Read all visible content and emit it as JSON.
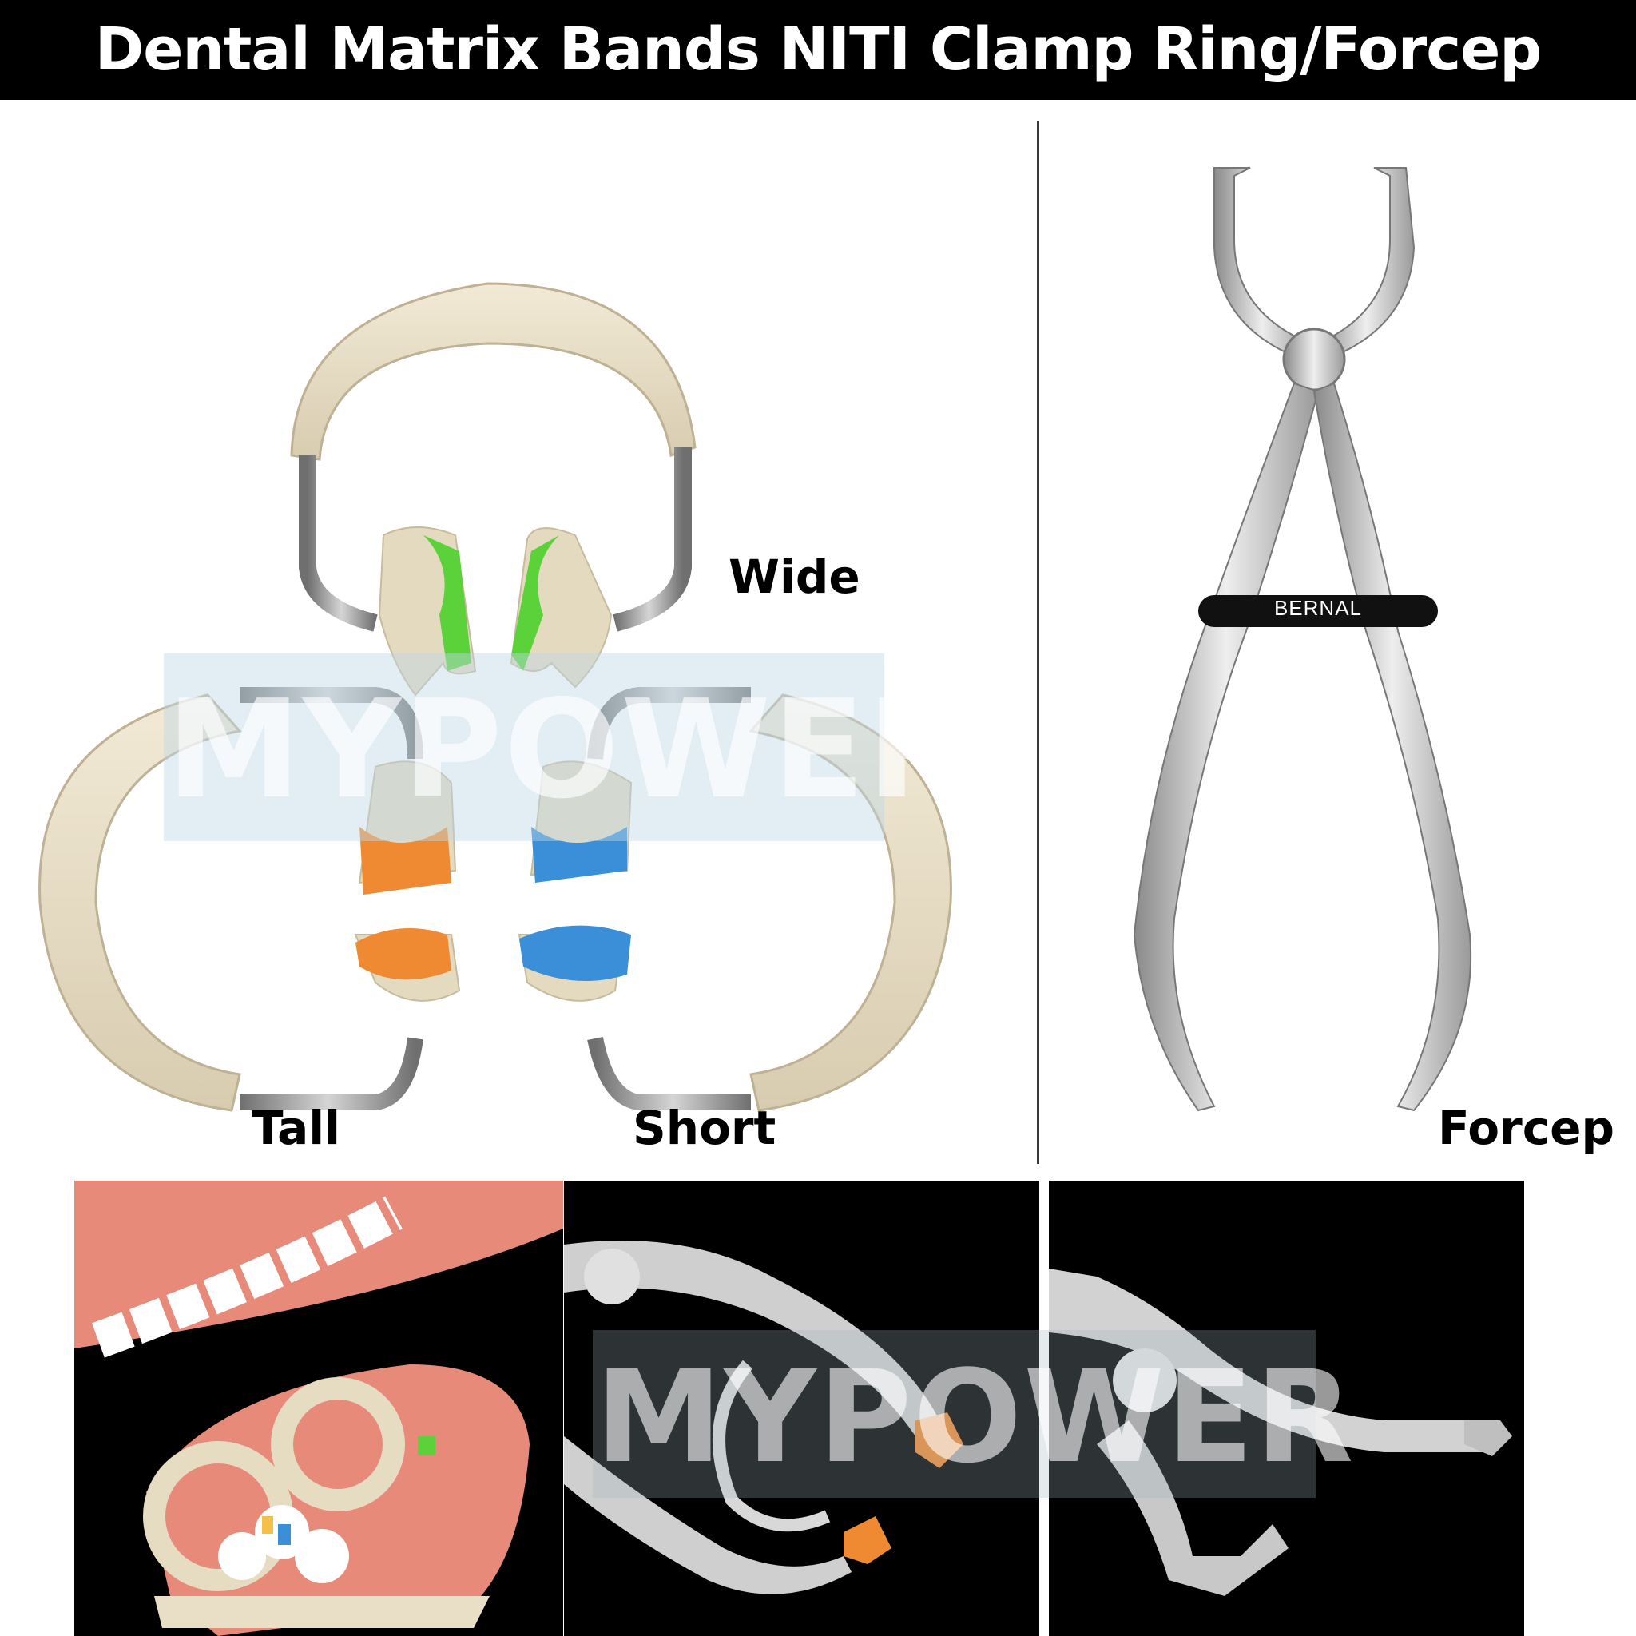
{
  "banner": {
    "title": "Dental Matrix Bands NITI Clamp Ring/Forcep"
  },
  "labels": {
    "wide": "Wide",
    "tall": "Tall",
    "short": "Short",
    "forcep": "Forcep"
  },
  "forcep": {
    "brand": "BERNAL"
  },
  "watermark": {
    "text": "MYPOWER"
  },
  "colors": {
    "ring": "#e6dcc2",
    "wire": "#8c8c8c",
    "green": "#5bd13a",
    "orange": "#f08a32",
    "blue": "#3a8fd8",
    "gum": "#e88a7a"
  }
}
